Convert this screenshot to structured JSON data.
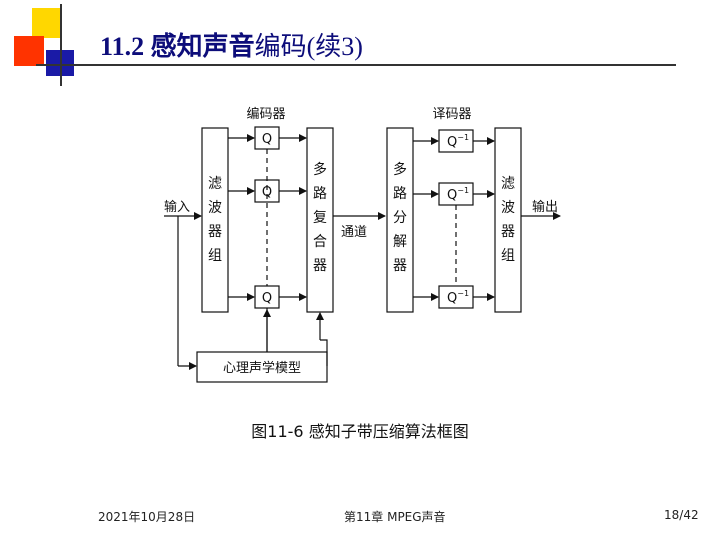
{
  "slide": {
    "title_bold": "11.2 感知声音",
    "title_rest": "编码(续3)",
    "deco_colors": {
      "yellow": "#ffd700",
      "red": "#ff3300",
      "blue": "#1a1aa6",
      "dark": "#333333",
      "title": "#0d0d7a"
    }
  },
  "diagram": {
    "encoder_label": "编码器",
    "decoder_label": "译码器",
    "input_label": "输入",
    "output_label": "输出",
    "channel_label": "通道",
    "filterbank_left": [
      "滤",
      "波",
      "器",
      "组"
    ],
    "filterbank_right": [
      "滤",
      "波",
      "器",
      "组"
    ],
    "mux": [
      "多",
      "路",
      "复",
      "合",
      "器"
    ],
    "demux": [
      "多",
      "路",
      "分",
      "解",
      "器"
    ],
    "q_label": "Q",
    "qinv_label": "Q",
    "qinv_sup": "−1",
    "psycho_model": "心理声学模型"
  },
  "caption": "图11-6  感知子带压缩算法框图",
  "footer": {
    "date": "2021年10月28日",
    "chapter": "第11章 MPEG声音",
    "page": "18/42"
  }
}
